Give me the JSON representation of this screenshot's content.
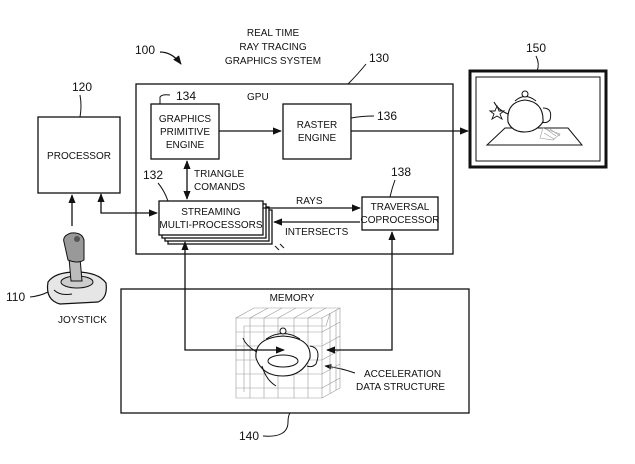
{
  "system_title": [
    "REAL TIME",
    "RAY TRACING",
    "GRAPHICS SYSTEM"
  ],
  "refs": {
    "system": "100",
    "processor": "120",
    "gpu": "130",
    "gpe": "134",
    "raster": "136",
    "smp": "132",
    "traversal": "138",
    "display": "150",
    "joystick": "110",
    "memory": "140"
  },
  "labels": {
    "gpu": "GPU",
    "processor": "PROCESSOR",
    "gpe": [
      "GRAPHICS",
      "PRIMITIVE",
      "ENGINE"
    ],
    "raster": [
      "RASTER",
      "ENGINE"
    ],
    "triangle": [
      "TRIANGLE",
      "COMANDS"
    ],
    "smp": [
      "STREAMING",
      "MULTI-PROCESSORS"
    ],
    "rays": "RAYS",
    "intersects": "INTERSECTS",
    "traversal": [
      "TRAVERSAL",
      "COPROCESSOR"
    ],
    "memory": "MEMORY",
    "accel": [
      "ACCELERATION",
      "DATA STRUCTURE"
    ],
    "joystick": "JOYSTICK"
  }
}
